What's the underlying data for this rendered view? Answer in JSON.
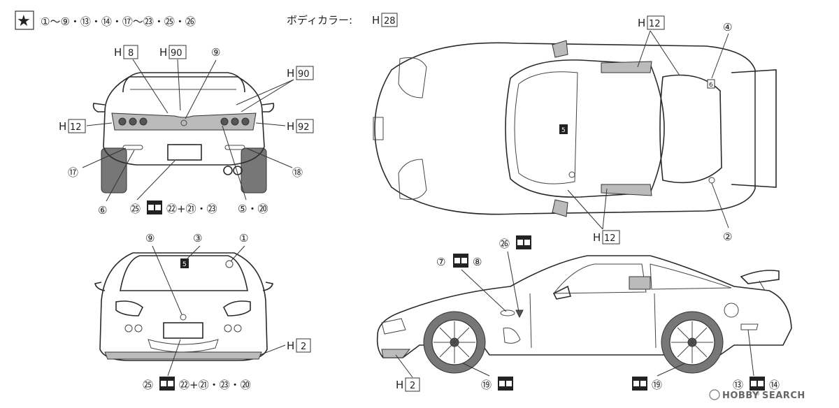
{
  "header": {
    "star_glyph": "★",
    "parts_list": "①〜⑨・⑬・⑭・⑰〜㉓・㉕・㉖",
    "body_color_label": "ボディカラー:",
    "body_color_code_prefix": "H",
    "body_color_code": "28"
  },
  "rear_view": {
    "h8_prefix": "H",
    "h8_code": "8",
    "h90a_prefix": "H",
    "h90a_code": "90",
    "callout_9": "⑨",
    "h90b_prefix": "H",
    "h90b_code": "90",
    "h12_prefix": "H",
    "h12_code": "12",
    "h92_prefix": "H",
    "h92_code": "92",
    "callout_17": "⑰",
    "callout_18": "⑱",
    "callout_6": "⑥",
    "callout_25": "㉕",
    "formula_22_21_23": "㉒+㉑・㉓",
    "callout_5_20": "⑤・⑳"
  },
  "top_view": {
    "h12_top_prefix": "H",
    "h12_top_code": "12",
    "callout_4": "④",
    "callout_2": "②",
    "h12_bottom_prefix": "H",
    "h12_bottom_code": "12"
  },
  "front_view": {
    "callout_9": "⑨",
    "callout_3": "③",
    "callout_1": "①",
    "h2_prefix": "H",
    "h2_code": "2",
    "callout_25": "㉕",
    "formula_22_21_23_20": "㉒+㉑・㉓・⑳"
  },
  "side_view": {
    "callout_26": "㉖",
    "callout_7": "⑦",
    "callout_8": "⑧",
    "h2_prefix": "H",
    "h2_code": "2",
    "callout_19a": "⑲",
    "callout_19b": "⑲",
    "callout_13": "⑬",
    "callout_14": "⑭",
    "decal_5": "5",
    "decal_6": "6"
  },
  "watermark": {
    "brand_prefix": "HOBBY",
    "brand_suffix": "SEARCH",
    "registered": "®"
  },
  "colors": {
    "line": "#2a2a2a",
    "tire": "#777777",
    "background": "#ffffff"
  }
}
